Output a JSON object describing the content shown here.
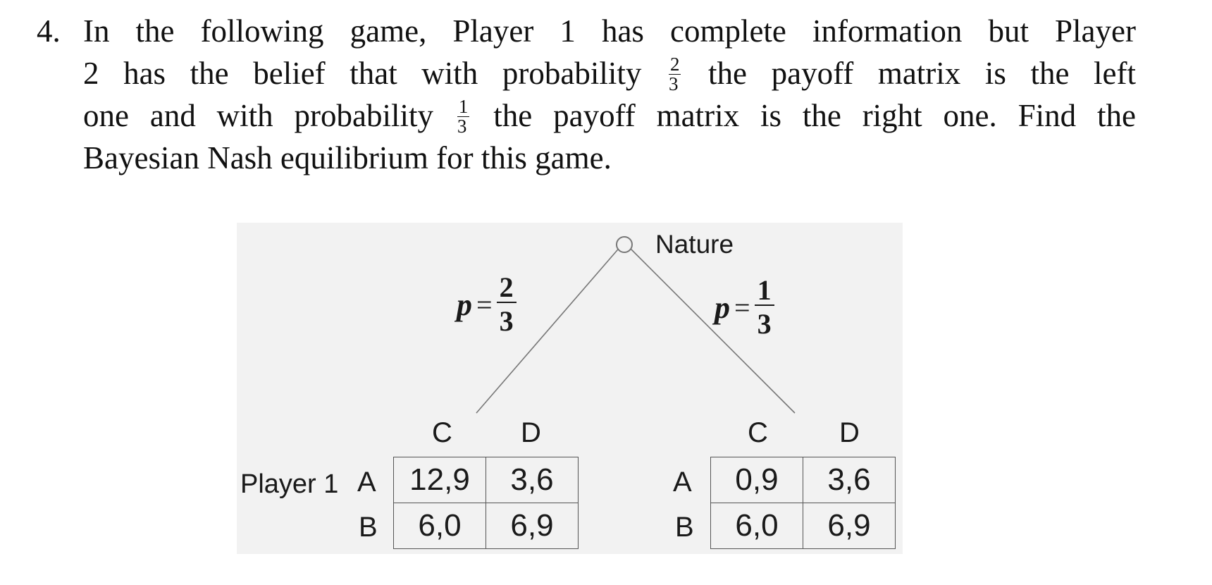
{
  "problem": {
    "number": "4.",
    "line1": "In the following game, Player 1 has complete information but Player",
    "line2_a": "2 has the belief that with probability",
    "line2_frac_num": "2",
    "line2_frac_den": "3",
    "line2_b": "the payoff matrix is the left",
    "line3_a": "one and with probability",
    "line3_frac_num": "1",
    "line3_frac_den": "3",
    "line3_b": "the payoff matrix is the right one. Find the",
    "line4": "Bayesian Nash equilibrium for this game."
  },
  "figure": {
    "nature_label": "Nature",
    "left_branch": {
      "var": "p",
      "eq": "=",
      "num": "2",
      "den": "3"
    },
    "right_branch": {
      "var": "p",
      "eq": "=",
      "num": "1",
      "den": "3"
    },
    "player_label": "Player 1",
    "left_matrix": {
      "columns": [
        "C",
        "D"
      ],
      "rows": [
        "A",
        "B"
      ],
      "cells": [
        [
          "12,9",
          "3,6"
        ],
        [
          "6,0",
          "6,9"
        ]
      ]
    },
    "right_matrix": {
      "columns": [
        "C",
        "D"
      ],
      "rows": [
        "A",
        "B"
      ],
      "cells": [
        [
          "0,9",
          "3,6"
        ],
        [
          "6,0",
          "6,9"
        ]
      ]
    }
  }
}
